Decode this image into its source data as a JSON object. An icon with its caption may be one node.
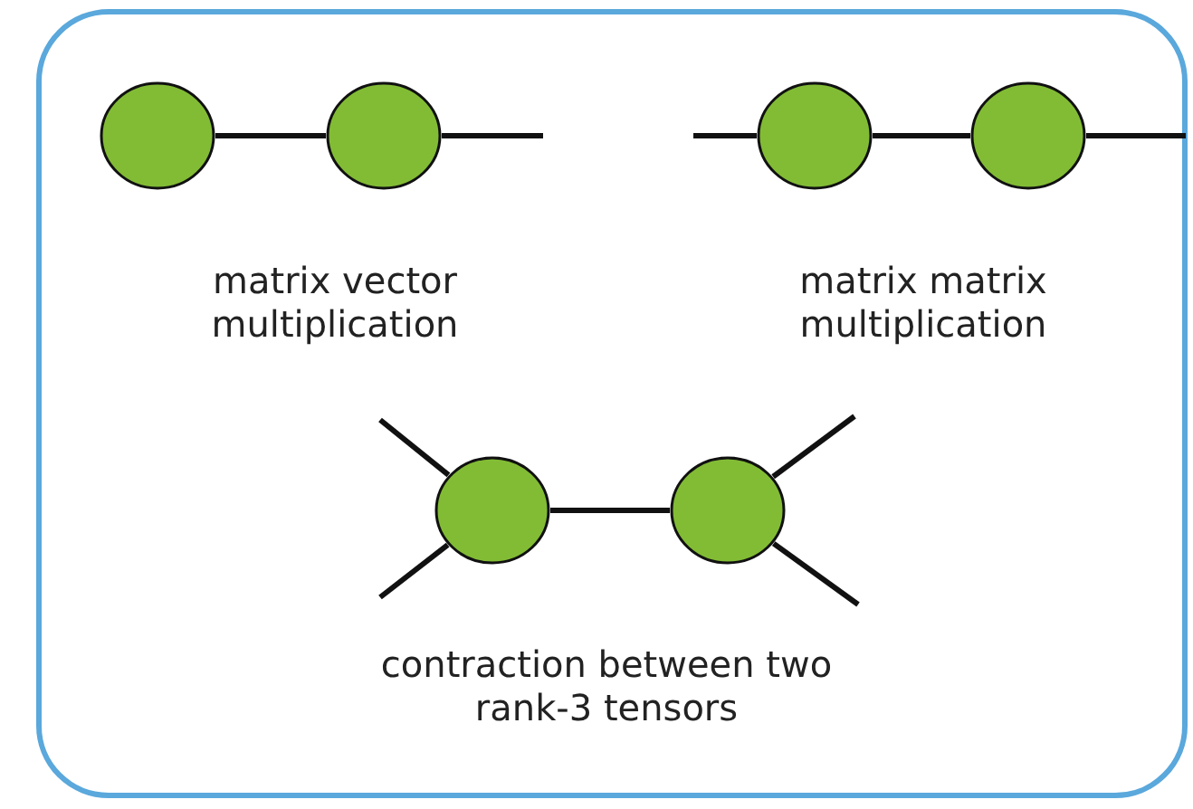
{
  "diagram": {
    "nodes": [
      {
        "text": [],
        "shape": "circle"
      },
      {
        "text": [],
        "shape": "circle"
      },
      {
        "text": [],
        "shape": "circle"
      },
      {
        "text": [],
        "shape": "circle"
      },
      {
        "text": [],
        "shape": "circle"
      },
      {
        "text": [],
        "shape": "circle"
      }
    ],
    "edges": [
      {
        "from": 0,
        "to": 1,
        "arrow": "none"
      },
      {
        "from": 1,
        "to": null,
        "arrow": "none"
      },
      {
        "from": null,
        "to": 2,
        "arrow": "none"
      },
      {
        "from": 2,
        "to": 3,
        "arrow": "none"
      },
      {
        "from": 3,
        "to": null,
        "arrow": "none"
      },
      {
        "from": null,
        "to": 4,
        "arrow": "none"
      },
      {
        "from": null,
        "to": 4,
        "arrow": "none"
      },
      {
        "from": 4,
        "to": 5,
        "arrow": "none"
      },
      {
        "from": 5,
        "to": null,
        "arrow": "none"
      },
      {
        "from": 5,
        "to": null,
        "arrow": "none"
      }
    ],
    "labels": [
      "matrix vector multiplication",
      "matrix matrix multiplication",
      "contraction between two rank-3 tensors"
    ]
  }
}
